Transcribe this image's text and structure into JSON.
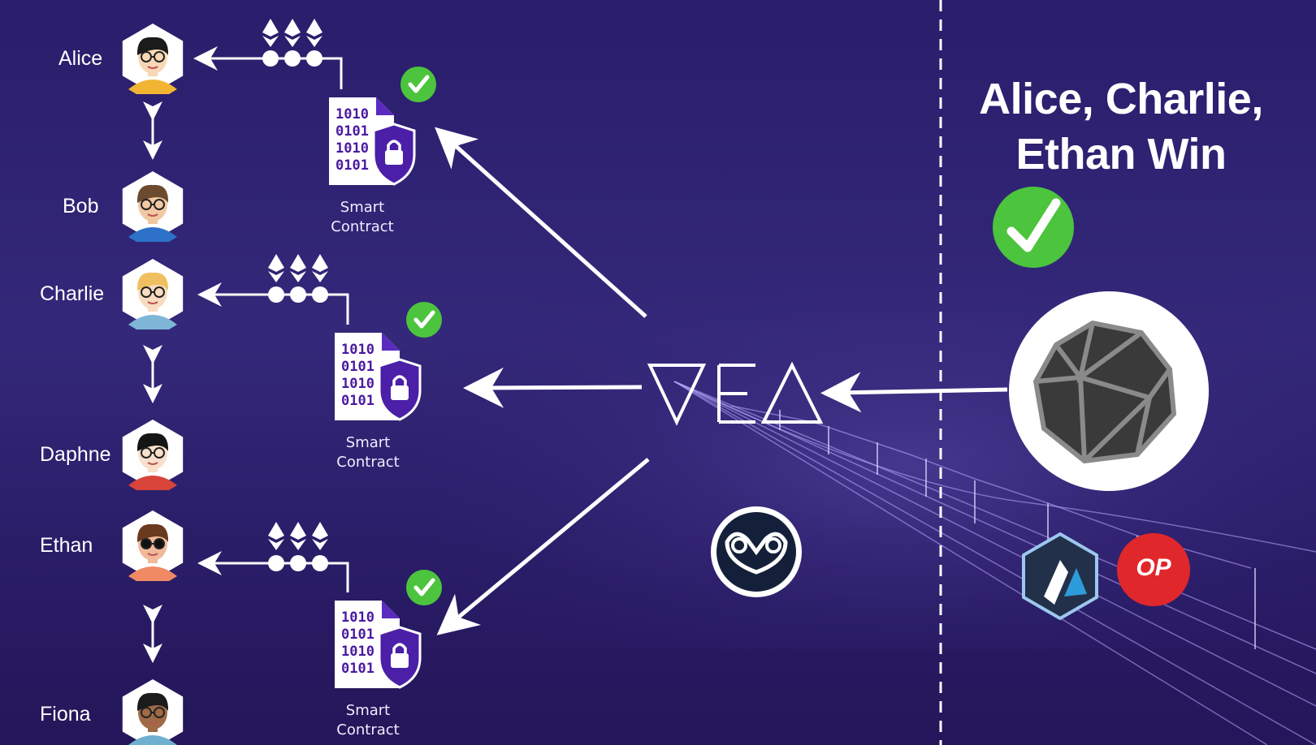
{
  "people": [
    {
      "name": "Alice",
      "hair": "#1b1b1b",
      "skin": "#f8d7b5",
      "shirt": "#f2b533"
    },
    {
      "name": "Bob",
      "hair": "#6b4a2e",
      "skin": "#f2c8a2",
      "shirt": "#2d72c8"
    },
    {
      "name": "Charlie",
      "hair": "#f0c060",
      "skin": "#f8dcc0",
      "shirt": "#7fb6d8"
    },
    {
      "name": "Daphne",
      "hair": "#151515",
      "skin": "#f8e0cc",
      "shirt": "#d8433a"
    },
    {
      "name": "Ethan",
      "hair": "#6a3a1e",
      "skin": "#f1b99a",
      "shirt": "#ef8a64"
    },
    {
      "name": "Fiona",
      "hair": "#1b1b1b",
      "skin": "#a06a46",
      "shirt": "#6fb0d0"
    }
  ],
  "contracts": [
    {
      "code": [
        "1010",
        "0101",
        "1010",
        "0101"
      ],
      "label_line1": "Smart",
      "label_line2": "Contract"
    },
    {
      "code": [
        "1010",
        "0101",
        "1010",
        "0101"
      ],
      "label_line1": "Smart",
      "label_line2": "Contract"
    },
    {
      "code": [
        "1010",
        "0101",
        "1010",
        "0101"
      ],
      "label_line1": "Smart",
      "label_line2": "Contract"
    }
  ],
  "headline_line1": "Alice, Charlie,",
  "headline_line2": "Ethan Win",
  "vea_label": "VEA",
  "op_label": "OP",
  "icons": {
    "ethereum": "ethereum-icon",
    "check": "check-icon",
    "lock": "lock-shield-icon",
    "kleros": "kleros-icon",
    "gnosis": "gnosis-icon",
    "arbitrum": "arbitrum-icon",
    "optimism": "optimism-icon"
  },
  "colors": {
    "background": "#2a1d6b",
    "check_green": "#4cc43d",
    "shield_purple": "#4b1fa8",
    "code_purple": "#4a1aa0",
    "optimism_red": "#e0272b",
    "arbitrum_blue": "#2d9cdb"
  }
}
